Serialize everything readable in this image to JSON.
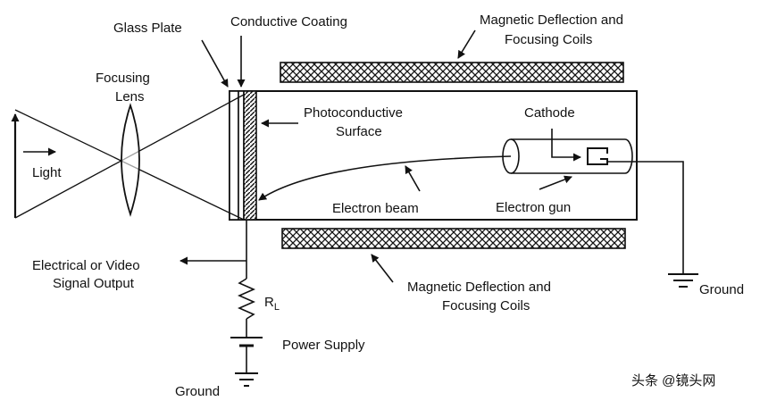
{
  "labels": {
    "glass_plate": "Glass Plate",
    "conductive_coating": "Conductive Coating",
    "magnetic_top_line1": "Magnetic Deflection and",
    "magnetic_top_line2": "Focusing Coils",
    "focusing_lens_line1": "Focusing",
    "focusing_lens_line2": "Lens",
    "photoconductive_line1": "Photoconductive",
    "photoconductive_line2": "Surface",
    "cathode": "Cathode",
    "light": "Light",
    "electron_beam": "Electron beam",
    "electron_gun": "Electron gun",
    "ground_right": "Ground",
    "output_line1": "Electrical or Video",
    "output_line2": "Signal Output",
    "resistor": "R",
    "resistor_sub": "L",
    "magnetic_bottom_line1": "Magnetic Deflection and",
    "magnetic_bottom_line2": "Focusing Coils",
    "power_supply": "Power Supply",
    "ground_bottom": "Ground"
  },
  "watermark": "头条 @镜头网",
  "colors": {
    "ink": "#111111",
    "background": "#ffffff"
  }
}
